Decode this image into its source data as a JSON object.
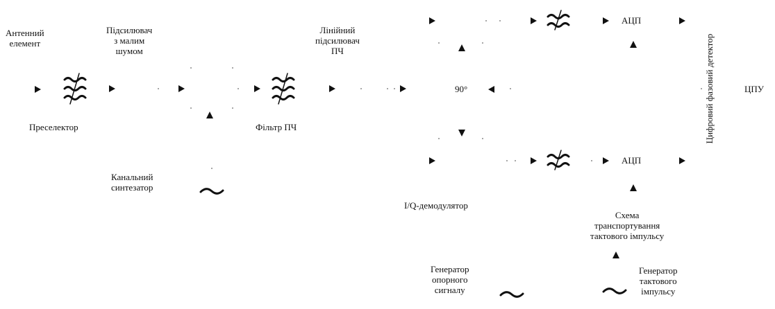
{
  "labels": {
    "antenna": [
      "Антенний",
      "елемент"
    ],
    "lna": [
      "Підсилювач",
      "з малим",
      "шумом"
    ],
    "lin_amp": [
      "Лінійний",
      "підсилювач",
      "ПЧ"
    ],
    "preselector": "Преселектор",
    "if_filter": "Фільтр ПЧ",
    "channel_synth": [
      "Канальний",
      "синтезатор"
    ],
    "iq_demod": "I/Q-демодулятор",
    "adc_top": "АЦП",
    "adc_bottom": "АЦП",
    "phase90": "90°",
    "digital_detector": "Цифровий фазовий детектор",
    "ddc": "ЦПУ",
    "clock_transport": [
      "Схема",
      "транспортування",
      "тактового імпульсу"
    ],
    "ref_gen": [
      "Генератор",
      "опорного",
      "сигналу"
    ],
    "clock_gen": [
      "Генератор",
      "тактового",
      "імпульсу"
    ]
  }
}
